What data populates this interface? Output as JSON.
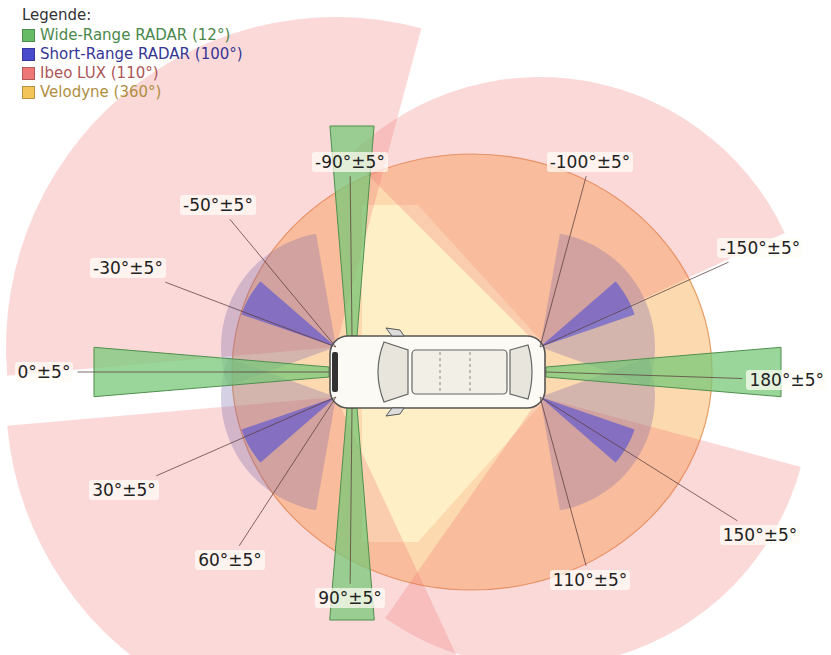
{
  "diagram": {
    "labels": [
      "Legende:",
      "-90°±5°",
      "-100°±5°",
      "-50°±5°",
      "-30°±5°",
      "-150°±5°",
      "0°±5°",
      "180°±5°",
      "30°±5°",
      "150°±5°",
      "60°±5°",
      "90°±5°",
      "110°±5°"
    ],
    "legend": [
      {
        "text": "Wide-Range RADAR (12°)",
        "color": "#66bb66"
      },
      {
        "text": "Short-Range RADAR (100°)",
        "color": "#4a4acc"
      },
      {
        "text": "Ibeo LUX (110°)",
        "color": "#ee7777"
      },
      {
        "text": "Velodyne (360°)",
        "color": "#f2c45a"
      }
    ]
  }
}
